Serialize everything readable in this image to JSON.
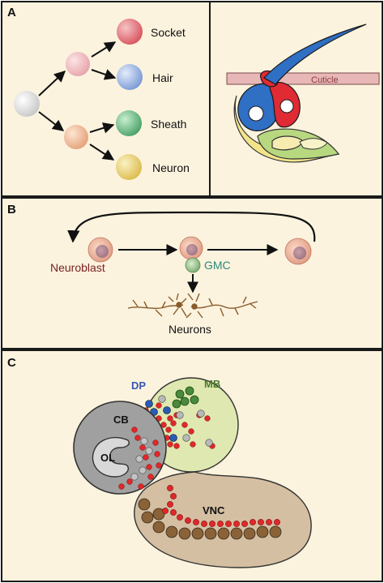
{
  "panel_a": {
    "letter": "A",
    "labels": {
      "socket": "Socket",
      "hair": "Hair",
      "sheath": "Sheath",
      "neuron": "Neuron"
    },
    "cuticle_label": "Cuticle"
  },
  "panel_b": {
    "letter": "B",
    "neuroblast_label": "Neuroblast",
    "gmc_label": "GMC",
    "neurons_label": "Neurons"
  },
  "panel_c": {
    "letter": "C",
    "labels": {
      "dp": "DP",
      "mb": "MB",
      "cb": "CB",
      "ol": "OL",
      "vnc": "VNC"
    }
  },
  "colors": {
    "panel_bg": "#fbf3de",
    "border": "#1a1a1a",
    "socket": "#e07a80",
    "hair": "#8fb0e0",
    "sheath": "#7cc28a",
    "neuron": "#f0d878",
    "blue_cell": "#2a5bb8",
    "red_cell": "#e0282a",
    "cuticle": "#e8b8b8",
    "gmc_text": "#2e8a7a",
    "neuroblast_text": "#7a2222",
    "dp_text": "#3a56b8",
    "mb_text": "#4a7a2a",
    "axon": "#8a5a2a",
    "vnc_fill": "#d4bfa2",
    "mb_fill": "#dfe8b0",
    "cb_fill": "#a0a0a0",
    "ol_fill": "#d8d8d8"
  }
}
